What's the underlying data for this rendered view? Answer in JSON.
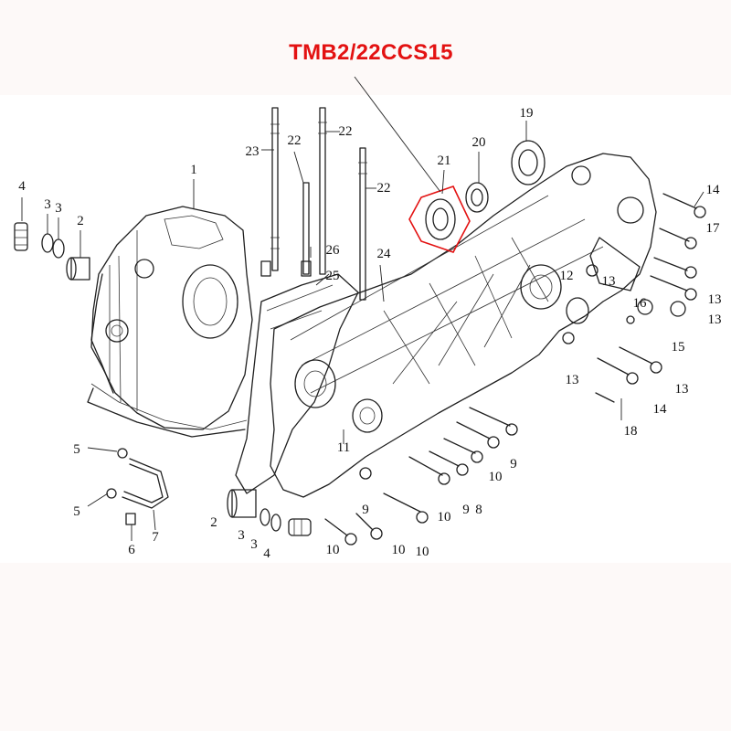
{
  "title": {
    "text": "TMB2/22CCS15",
    "color": "#e31212"
  },
  "callouts": [
    {
      "id": "c4a",
      "label": "4"
    },
    {
      "id": "c3a",
      "label": "3"
    },
    {
      "id": "c3b",
      "label": "3"
    },
    {
      "id": "c2a",
      "label": "2"
    },
    {
      "id": "c1",
      "label": "1"
    },
    {
      "id": "c23",
      "label": "23"
    },
    {
      "id": "c22a",
      "label": "22"
    },
    {
      "id": "c22b",
      "label": "22"
    },
    {
      "id": "c22c",
      "label": "22"
    },
    {
      "id": "c26",
      "label": "26"
    },
    {
      "id": "c25",
      "label": "25"
    },
    {
      "id": "c24",
      "label": "24"
    },
    {
      "id": "c21",
      "label": "21"
    },
    {
      "id": "c20",
      "label": "20"
    },
    {
      "id": "c19",
      "label": "19"
    },
    {
      "id": "c14a",
      "label": "14"
    },
    {
      "id": "c17",
      "label": "17"
    },
    {
      "id": "c12",
      "label": "12"
    },
    {
      "id": "c13a",
      "label": "13"
    },
    {
      "id": "c13b",
      "label": "13"
    },
    {
      "id": "c13c",
      "label": "13"
    },
    {
      "id": "c16",
      "label": "16"
    },
    {
      "id": "c15",
      "label": "15"
    },
    {
      "id": "c13d",
      "label": "13"
    },
    {
      "id": "c13e",
      "label": "13"
    },
    {
      "id": "c14b",
      "label": "14"
    },
    {
      "id": "c18",
      "label": "18"
    },
    {
      "id": "c11",
      "label": "11"
    },
    {
      "id": "c10a",
      "label": "10"
    },
    {
      "id": "c9a",
      "label": "9"
    },
    {
      "id": "c8",
      "label": "8"
    },
    {
      "id": "c9b",
      "label": "9"
    },
    {
      "id": "c10b",
      "label": "10"
    },
    {
      "id": "c9c",
      "label": "9"
    },
    {
      "id": "c10c",
      "label": "10"
    },
    {
      "id": "c10d",
      "label": "10"
    },
    {
      "id": "c10e",
      "label": "10"
    },
    {
      "id": "c5a",
      "label": "5"
    },
    {
      "id": "c5b",
      "label": "5"
    },
    {
      "id": "c6",
      "label": "6"
    },
    {
      "id": "c7",
      "label": "7"
    },
    {
      "id": "c2b",
      "label": "2"
    },
    {
      "id": "c3c",
      "label": "3"
    },
    {
      "id": "c3d",
      "label": "3"
    },
    {
      "id": "c4b",
      "label": "4"
    }
  ]
}
